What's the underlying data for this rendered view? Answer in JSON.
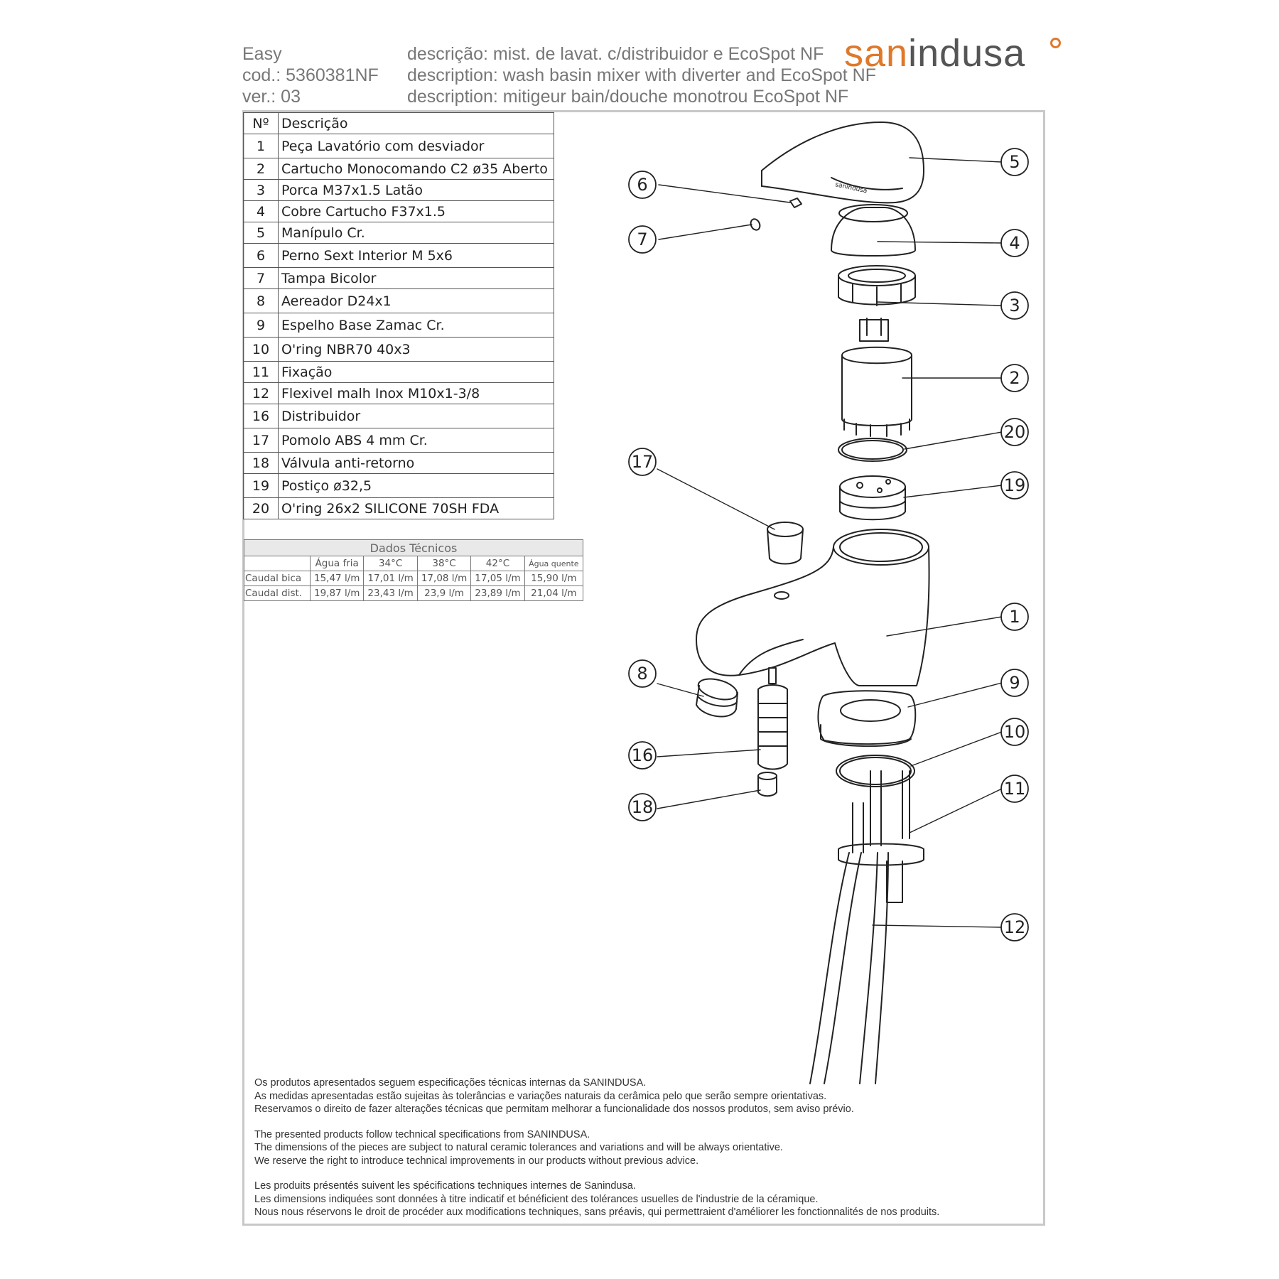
{
  "header": {
    "product": "Easy",
    "code": "cod.: 5360381NF",
    "version": "ver.: 03",
    "desc_pt": "descrição: mist. de lavat. c/distribuidor e EcoSpot NF",
    "desc_en": "description: wash basin mixer with diverter and EcoSpot NF",
    "desc_fr": "description: mitigeur bain/douche monotrou EcoSpot NF"
  },
  "brand": {
    "part1": "san",
    "part2": "indusa",
    "color": "#e0782a"
  },
  "parts_table": {
    "header_no": "Nº",
    "header_desc": "Descrição",
    "rows": [
      {
        "no": "1",
        "desc": "Peça Lavatório com desviador"
      },
      {
        "no": "2",
        "desc": "Cartucho Monocomando C2 ø35 Aberto"
      },
      {
        "no": "3",
        "desc": "Porca M37x1.5 Latão"
      },
      {
        "no": "4",
        "desc": "Cobre Cartucho F37x1.5"
      },
      {
        "no": "5",
        "desc": "Manípulo Cr."
      },
      {
        "no": "6",
        "desc": "Perno Sext Interior M 5x6"
      },
      {
        "no": "7",
        "desc": "Tampa Bicolor"
      },
      {
        "no": "8",
        "desc": "Aereador D24x1"
      },
      {
        "no": "9",
        "desc": "Espelho Base Zamac Cr."
      },
      {
        "no": "10",
        "desc": "O'ring NBR70 40x3"
      },
      {
        "no": "11",
        "desc": "Fixação"
      },
      {
        "no": "12",
        "desc": "Flexivel malh Inox M10x1-3/8"
      },
      {
        "no": "16",
        "desc": "Distribuidor"
      },
      {
        "no": "17",
        "desc": "Pomolo ABS 4 mm Cr."
      },
      {
        "no": "18",
        "desc": "Válvula anti-retorno"
      },
      {
        "no": "19",
        "desc": "Postiço ø32,5"
      },
      {
        "no": "20",
        "desc": "O'ring 26x2 SILICONE 70SH FDA"
      }
    ]
  },
  "tech_table": {
    "title": "Dados Técnicos",
    "columns": [
      "Água fria",
      "34°C",
      "38°C",
      "42°C",
      "Água quente"
    ],
    "rows": [
      {
        "label": "Caudal bica",
        "values": [
          "15,47 l/m",
          "17,01 l/m",
          "17,08 l/m",
          "17,05 l/m",
          "15,90 l/m"
        ]
      },
      {
        "label": "Caudal dist.",
        "values": [
          "19,87 l/m",
          "23,43 l/m",
          "23,9 l/m",
          "23,89 l/m",
          "21,04 l/m"
        ]
      }
    ]
  },
  "callouts": [
    "5",
    "6",
    "7",
    "4",
    "3",
    "2",
    "20",
    "17",
    "19",
    "1",
    "8",
    "9",
    "10",
    "16",
    "11",
    "18",
    "12"
  ],
  "notes": {
    "pt": [
      "Os produtos apresentados seguem especificações técnicas internas da SANINDUSA.",
      "As medidas apresentadas estão sujeitas às tolerâncias e variações naturais da cerâmica pelo que serão sempre orientativas.",
      "Reservamos o direito de fazer alterações técnicas que permitam melhorar a funcionalidade dos nossos produtos, sem aviso prévio."
    ],
    "en": [
      "The presented products follow technical specifications from SANINDUSA.",
      "The dimensions of the pieces are subject to natural ceramic tolerances and variations and will be always orientative.",
      "We reserve the right to introduce technical improvements in our products without previous advice."
    ],
    "fr": [
      "Les produits présentés suivent les spécifications techniques internes de Sanindusa.",
      "Les dimensions indiquées sont données à titre indicatif et bénéficient des tolérances usuelles de l'industrie de la céramique.",
      "Nous nous réservons le droit de procéder aux modifications techniques, sans préavis, qui permettraient d'améliorer les fonctionnalités de nos produits."
    ]
  }
}
